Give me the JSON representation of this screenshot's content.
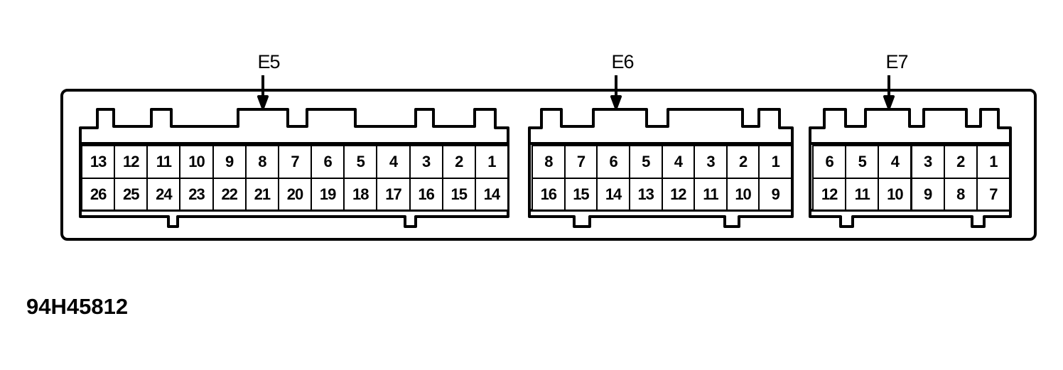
{
  "figure_code": "94H45812",
  "connectors": [
    {
      "label": "E5",
      "row1": [
        "13",
        "12",
        "11",
        "10",
        "9",
        "8",
        "7",
        "6",
        "5",
        "4",
        "3",
        "2",
        "1"
      ],
      "row2": [
        "26",
        "25",
        "24",
        "23",
        "22",
        "21",
        "20",
        "19",
        "18",
        "17",
        "16",
        "15",
        "14"
      ]
    },
    {
      "label": "E6",
      "row1": [
        "8",
        "7",
        "6",
        "5",
        "4",
        "3",
        "2",
        "1"
      ],
      "row2": [
        "16",
        "15",
        "14",
        "13",
        "12",
        "11",
        "10",
        "9"
      ]
    },
    {
      "label": "E7",
      "row1": [
        "6",
        "5",
        "4",
        "3",
        "2",
        "1"
      ],
      "row2": [
        "12",
        "11",
        "10",
        "9",
        "8",
        "7"
      ]
    }
  ]
}
